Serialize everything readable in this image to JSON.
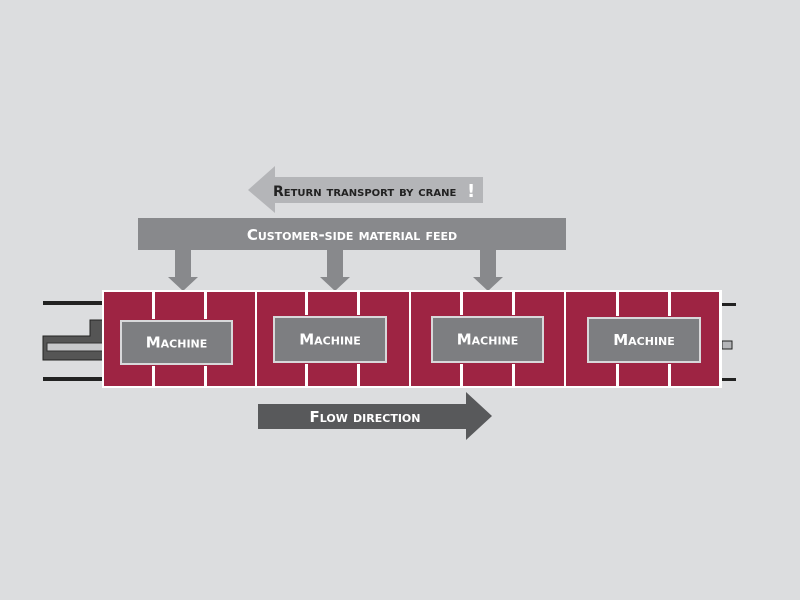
{
  "labels": {
    "return_transport": "Return transport by crane",
    "return_mark": "!",
    "material_feed": "Customer-side material feed",
    "flow_direction": "Flow direction"
  },
  "machines": [
    "Machine",
    "Machine",
    "Machine",
    "Machine"
  ],
  "colors": {
    "background": "#dcdddf",
    "cell": "#9e2443",
    "machine": "#7d7e81",
    "feed_bar": "#88898c",
    "return_arrow": "#b4b5b8",
    "flow_arrow": "#58595b"
  }
}
